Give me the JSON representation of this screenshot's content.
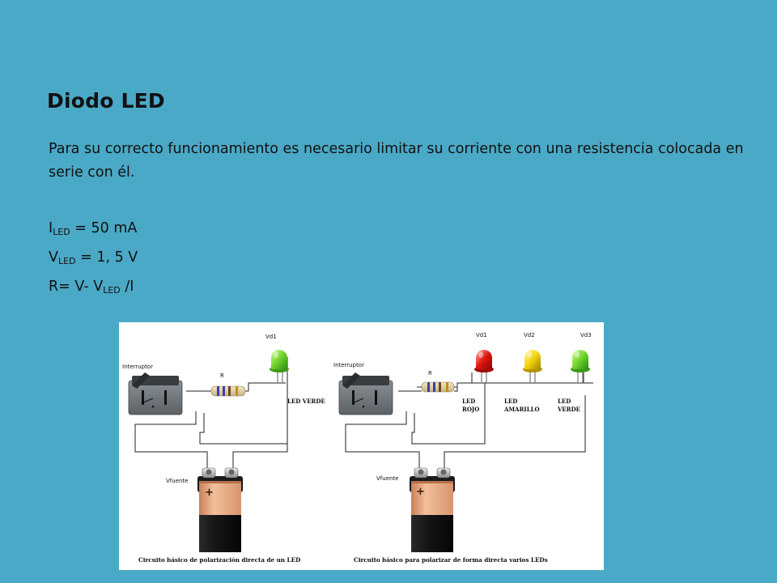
{
  "slide": {
    "title": "Diodo LED",
    "description": "Para su correcto funcionamiento es necesario limitar su corriente con una resistencia colocada en serie con él.",
    "formulas": {
      "current": {
        "prefix": "I",
        "sub": "LED",
        "rest": " = 50 mA"
      },
      "voltage": {
        "prefix": "V",
        "sub": "LED",
        "rest": " = 1, 5 V"
      },
      "resistance": {
        "prefix": "R= V- V",
        "sub": "LED",
        "rest": " /I"
      }
    }
  },
  "diagram": {
    "left_circuit": {
      "switch_label": "Interruptor",
      "resistor_label": "R",
      "led_id": "Vd1",
      "led_name": "LED VERDE",
      "source_label": "Vfuente",
      "battery_sign": "+",
      "caption": "Circuito básico de polarización directa de un LED"
    },
    "right_circuit": {
      "switch_label": "Interruptor",
      "resistor_label": "R",
      "source_label": "Vfuente",
      "battery_sign": "+",
      "caption": "Circuito básico para polarizar de forma directa varios LEDs",
      "leds": [
        {
          "id": "Vd1",
          "name_line1": "LED",
          "name_line2": "ROJO"
        },
        {
          "id": "Vd2",
          "name_line1": "LED",
          "name_line2": "AMARILLO"
        },
        {
          "id": "Vd3",
          "name_line1": "LED",
          "name_line2": "VERDE"
        }
      ]
    },
    "colors": {
      "background": "#4aa9c6",
      "led_green": "#6fd42a",
      "led_red": "#e0140e",
      "led_yellow": "#f2d40c",
      "battery_copper": "#e6a77f",
      "battery_black": "#151515"
    }
  }
}
